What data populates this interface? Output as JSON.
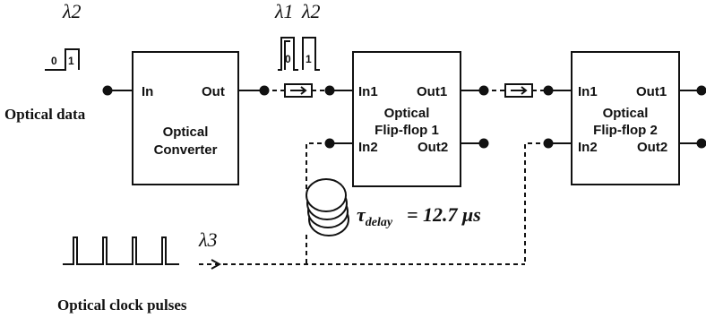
{
  "wavelengths": {
    "lambda2_input": "λ2",
    "lambda1_mid": "λ1",
    "lambda2_mid": "λ2",
    "lambda3_clock": "λ3"
  },
  "bits": {
    "input": [
      "0",
      "1"
    ],
    "mid": [
      "0",
      "1"
    ]
  },
  "labels": {
    "optical_data": "Optical data",
    "optical_clock_pulses": "Optical clock pulses",
    "delay_symbol": "τdelay",
    "delay_value": "= 12.7 μs"
  },
  "converter": {
    "title_line1": "Optical",
    "title_line2": "Converter",
    "port_in": "In",
    "port_out": "Out"
  },
  "flipflop1": {
    "title_line1": "Optical",
    "title_line2": "Flip-flop 1",
    "in1": "In1",
    "in2": "In2",
    "out1": "Out1",
    "out2": "Out2"
  },
  "flipflop2": {
    "title_line1": "Optical",
    "title_line2": "Flip-flop 2",
    "in1": "In1",
    "in2": "In2",
    "out1": "Out1",
    "out2": "Out2"
  }
}
